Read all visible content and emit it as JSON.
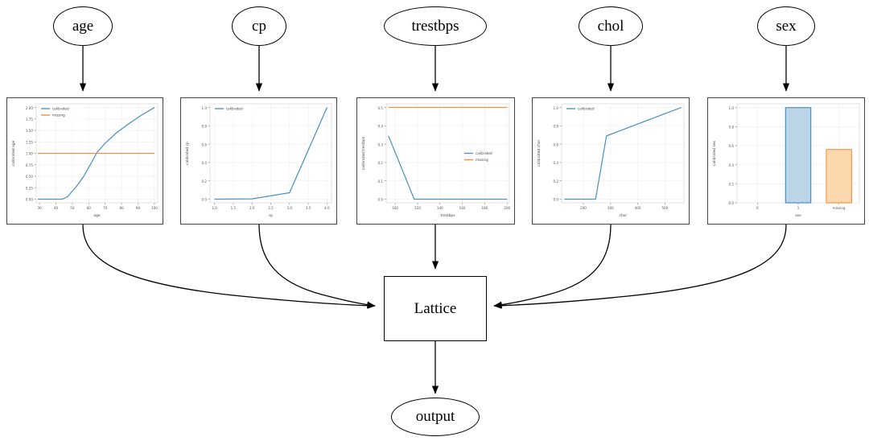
{
  "diagram": {
    "title": "calibrated lattice model diagram",
    "input_nodes": [
      {
        "id": "age",
        "label": "age"
      },
      {
        "id": "cp",
        "label": "cp"
      },
      {
        "id": "trestbps",
        "label": "trestbps"
      },
      {
        "id": "chol",
        "label": "chol"
      },
      {
        "id": "sex",
        "label": "sex"
      }
    ],
    "lattice_node": {
      "label": "Lattice"
    },
    "output_node": {
      "label": "output"
    }
  },
  "colors": {
    "calibrated": "#4c92c3",
    "missing": "#f4913e",
    "bar_blue_fill": "#bcd6e8",
    "bar_blue_edge": "#3f86c0",
    "bar_orange_fill": "#fbd8ad",
    "bar_orange_edge": "#f4913e",
    "grid": "#eef0f2",
    "frame": "#d8dadd",
    "node_stroke": "#000000"
  },
  "chart_data": [
    {
      "id": "age",
      "type": "line",
      "title": "",
      "xlabel": "age",
      "ylabel": "calibrated age",
      "xlim": [
        28,
        102
      ],
      "ylim": [
        -0.08,
        2.08
      ],
      "xticks": [
        30,
        40,
        50,
        60,
        70,
        80,
        90,
        100
      ],
      "yticks": [
        0.0,
        0.25,
        0.5,
        0.75,
        1.0,
        1.25,
        1.5,
        1.75,
        2.0
      ],
      "xtick_labels": [
        "30",
        "40",
        "50",
        "60",
        "70",
        "80",
        "90",
        "100"
      ],
      "ytick_labels": [
        "0.00",
        "0.25",
        "0.50",
        "0.75",
        "1.00",
        "1.25",
        "1.50",
        "1.75",
        "2.00"
      ],
      "grid": true,
      "legend": [
        "calibrated",
        "missing"
      ],
      "legend_position": "upper left",
      "series": [
        {
          "name": "calibrated",
          "color": "#4c92c3",
          "x": [
            29,
            44,
            47,
            53,
            57,
            62,
            65,
            70,
            77,
            85,
            92,
            100
          ],
          "y": [
            0.0,
            0.0,
            0.05,
            0.3,
            0.5,
            0.82,
            1.02,
            1.22,
            1.45,
            1.66,
            1.83,
            2.0
          ]
        },
        {
          "name": "missing",
          "color": "#f4913e",
          "x": [
            29,
            100
          ],
          "y": [
            1.0,
            1.0
          ]
        }
      ]
    },
    {
      "id": "cp",
      "type": "line",
      "title": "",
      "xlabel": "cp",
      "ylabel": "calibrated cp",
      "xlim": [
        0.88,
        4.12
      ],
      "ylim": [
        -0.04,
        1.04
      ],
      "xticks": [
        1.0,
        1.5,
        2.0,
        2.5,
        3.0,
        3.5,
        4.0
      ],
      "yticks": [
        0.0,
        0.2,
        0.4,
        0.6,
        0.8,
        1.0
      ],
      "xtick_labels": [
        "1.0",
        "1.5",
        "2.0",
        "2.5",
        "3.0",
        "3.5",
        "4.0"
      ],
      "ytick_labels": [
        "0.0",
        "0.2",
        "0.4",
        "0.6",
        "0.8",
        "1.0"
      ],
      "grid": true,
      "legend": [
        "calibrated"
      ],
      "legend_position": "upper left",
      "series": [
        {
          "name": "calibrated",
          "color": "#4c92c3",
          "x": [
            1.0,
            2.0,
            3.0,
            4.0
          ],
          "y": [
            0.0,
            0.003,
            0.07,
            1.0
          ]
        }
      ]
    },
    {
      "id": "trestbps",
      "type": "line",
      "title": "",
      "xlabel": "trestbps",
      "ylabel": "calibrated trestbps",
      "xlim": [
        92,
        202
      ],
      "ylim": [
        -0.02,
        0.52
      ],
      "xticks": [
        100,
        120,
        140,
        160,
        180,
        200
      ],
      "yticks": [
        0.0,
        0.1,
        0.2,
        0.3,
        0.4,
        0.5
      ],
      "xtick_labels": [
        "100",
        "120",
        "140",
        "160",
        "180",
        "200"
      ],
      "ytick_labels": [
        "0.0",
        "0.1",
        "0.2",
        "0.3",
        "0.4",
        "0.5"
      ],
      "grid": true,
      "legend": [
        "calibrated",
        "missing"
      ],
      "legend_position": "center right",
      "series": [
        {
          "name": "calibrated",
          "color": "#4c92c3",
          "x": [
            94,
            117,
            200
          ],
          "y": [
            0.345,
            0.0,
            0.0
          ]
        },
        {
          "name": "missing",
          "color": "#f4913e",
          "x": [
            94,
            200
          ],
          "y": [
            0.5,
            0.5
          ]
        }
      ]
    },
    {
      "id": "chol",
      "type": "line",
      "title": "",
      "xlabel": "chol",
      "ylabel": "calibrated chol",
      "xlim": [
        120,
        570
      ],
      "ylim": [
        -0.04,
        1.04
      ],
      "xticks": [
        200,
        300,
        400,
        500
      ],
      "yticks": [
        0.0,
        0.2,
        0.4,
        0.6,
        0.8,
        1.0
      ],
      "xtick_labels": [
        "200",
        "300",
        "400",
        "500"
      ],
      "ytick_labels": [
        "0.0",
        "0.2",
        "0.4",
        "0.6",
        "0.8",
        "1.0"
      ],
      "grid": true,
      "legend": [
        "calibrated"
      ],
      "legend_position": "upper left",
      "series": [
        {
          "name": "calibrated",
          "color": "#4c92c3",
          "x": [
            130,
            245,
            285,
            560
          ],
          "y": [
            0.0,
            0.0,
            0.69,
            1.0
          ]
        }
      ]
    },
    {
      "id": "sex",
      "type": "bar",
      "title": "",
      "xlabel": "sex",
      "ylabel": "calibrated sex",
      "categories": [
        "0",
        "1",
        "missing"
      ],
      "values": [
        0.0,
        1.0,
        0.56
      ],
      "bar_colors": [
        "#bcd6e8",
        "#bcd6e8",
        "#fbd8ad"
      ],
      "bar_edge_colors": [
        "#3f86c0",
        "#3f86c0",
        "#f4913e"
      ],
      "ylim": [
        0.0,
        1.04
      ],
      "yticks": [
        0.0,
        0.2,
        0.4,
        0.6,
        0.8,
        1.0
      ],
      "ytick_labels": [
        "0.0",
        "0.2",
        "0.4",
        "0.6",
        "0.8",
        "1.0"
      ],
      "xtick_labels": [
        "0",
        "1",
        "missing"
      ],
      "grid": true,
      "legend": [],
      "legend_position": "none"
    }
  ]
}
